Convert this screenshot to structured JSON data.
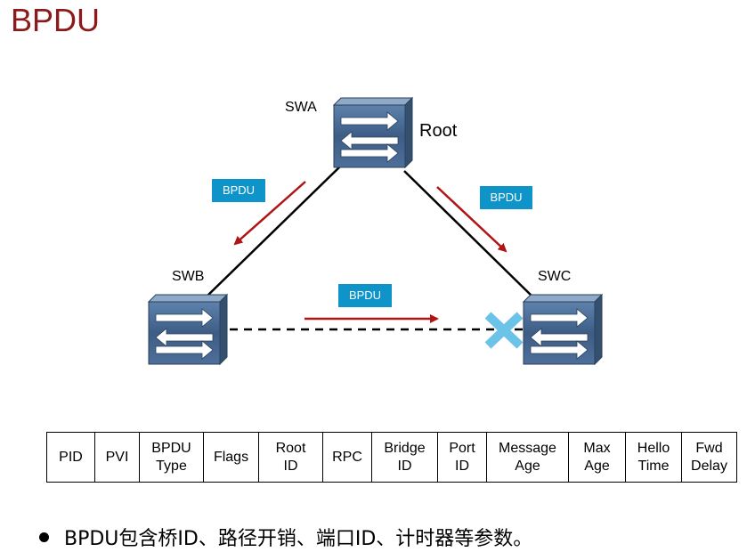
{
  "title": "BPDU",
  "switches": {
    "swa": "SWA",
    "swb": "SWB",
    "swc": "SWC",
    "root": "Root"
  },
  "bpdu_tags": {
    "left": "BPDU",
    "right": "BPDU",
    "bottom": "BPDU"
  },
  "fields": [
    "PID",
    "PVI",
    "BPDU\nType",
    "Flags",
    "Root\nID",
    "RPC",
    "Bridge\nID",
    "Port\nID",
    "Message\nAge",
    "Max\nAge",
    "Hello\nTime",
    "Fwd\nDelay"
  ],
  "bullet": "BPDU包含桥ID、路径开销、端口ID、计时器等参数。",
  "colors": {
    "title": "#8b1a1a",
    "arrow": "#b01414",
    "tag_bg": "#0e94c8",
    "block_mark": "#6cc3e8",
    "switch_body": "#4a6c96"
  },
  "icons": [
    "switch-icon",
    "blocked-port-icon",
    "arrow-icon"
  ]
}
